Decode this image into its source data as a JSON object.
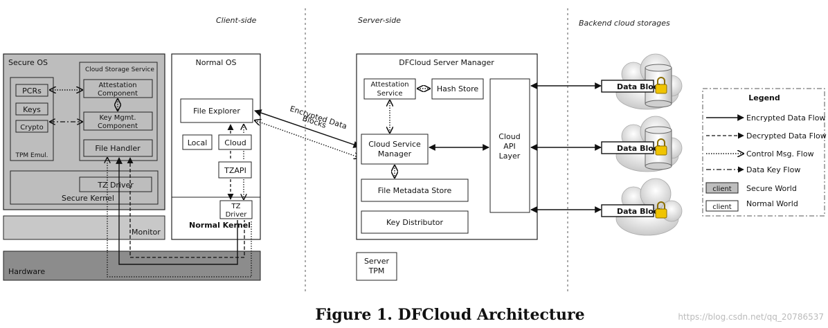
{
  "regions": {
    "client": "Client-side",
    "server": "Server-side",
    "backend": "Backend cloud storages"
  },
  "secure_os": {
    "title": "Secure OS",
    "cloud_storage_service": "Cloud Storage Service",
    "pcrs": "PCRs",
    "keys": "Keys",
    "crypto": "Crypto",
    "tpm_emul": "TPM Emul.",
    "attestation_1": "Attestation",
    "attestation_2": "Component",
    "keymgmt_1": "Key Mgmt.",
    "keymgmt_2": "Component",
    "file_handler": "File Handler",
    "tz_driver": "TZ Driver",
    "secure_kernel": "Secure Kernel"
  },
  "monitor": "Monitor",
  "hardware": "Hardware",
  "normal_os": {
    "title": "Normal OS",
    "file_explorer": "File Explorer",
    "local": "Local",
    "cloud": "Cloud",
    "tzapi": "TZAPI",
    "tz_driver_1": "TZ",
    "tz_driver_2": "Driver",
    "normal_kernel": "Normal Kernel"
  },
  "flow_label_1": "Encrypted Data",
  "flow_label_2": "Blocks",
  "server": {
    "title": "DFCloud Server Manager",
    "attestation_1": "Attestation",
    "attestation_2": "Service",
    "hash_store": "Hash Store",
    "csm_1": "Cloud Service",
    "csm_2": "Manager",
    "api_1": "Cloud",
    "api_2": "API",
    "api_3": "Layer",
    "file_metadata": "File Metadata Store",
    "key_distributor": "Key Distributor",
    "tpm_1": "Server",
    "tpm_2": "TPM"
  },
  "data_blocks": [
    "Data Block",
    "Data Block",
    "Data Block"
  ],
  "legend": {
    "title": "Legend",
    "encrypted": "Encrypted Data Flow",
    "decrypted": "Decrypted Data Flow",
    "control": "Control Msg. Flow",
    "datakey": "Data Key Flow",
    "client_box": "client",
    "secure_world": "Secure World",
    "normal_world": "Normal World"
  },
  "caption": "Figure 1. DFCloud Architecture",
  "watermark": "https://blog.csdn.net/qq_20786537",
  "colors": {
    "secure_fill": "#bdbdbd",
    "monitor_fill": "#c8c8c8",
    "hardware_fill": "#8c8c8c",
    "line": "#111111"
  }
}
